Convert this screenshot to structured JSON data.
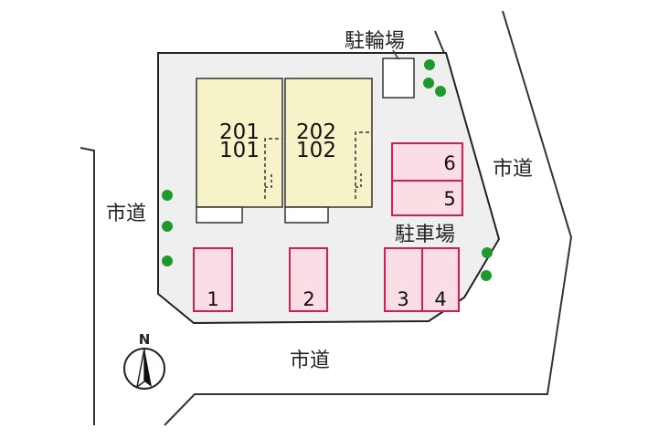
{
  "road_labels": {
    "west": "市道",
    "east": "市道",
    "south": "市道"
  },
  "bicycle_parking_label": "駐輪場",
  "parking_label": "駐車場",
  "buildings": [
    {
      "upper": "201",
      "lower": "101"
    },
    {
      "upper": "202",
      "lower": "102"
    }
  ],
  "parking_slots": [
    "1",
    "2",
    "3",
    "4",
    "5",
    "6"
  ],
  "north_label": "N",
  "colors": {
    "lot_fill": "#efefef",
    "building_fill": "#f7f3c8",
    "parking_fill": "#fbdde6",
    "parking_stroke": "#d21f4f",
    "tree": "#1e9a2c",
    "outline": "#333333"
  }
}
